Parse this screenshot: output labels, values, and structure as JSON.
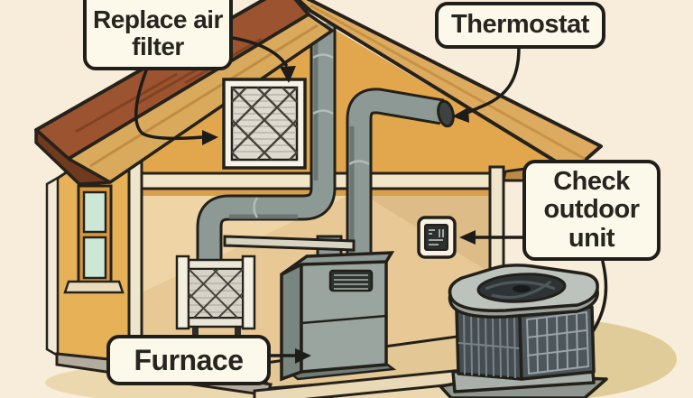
{
  "illustration": {
    "description": "Cutaway house HVAC maintenance diagram",
    "labels": {
      "replace_air_filter": "Replace air filter",
      "thermostat": "Thermostat",
      "check_outdoor_unit": "Check outdoor unit",
      "furnace": "Furnace"
    },
    "colors": {
      "background": "#f8edda",
      "callout_bg": "#fcf8ea",
      "callout_border": "#201e1a",
      "roof_brown": "#9c5330",
      "fascia_tan": "#dcab5f",
      "wall_orange": "#e2a74d",
      "interior_tan": "#e8c996",
      "duct_gray": "#8d9994",
      "furnace_gray": "#9aa5a0",
      "unit_dark_gray": "#4d565b",
      "ground_shadow": "#e5cf9d",
      "window_pane": "#cde7d7",
      "line_ink": "#23201a"
    }
  }
}
